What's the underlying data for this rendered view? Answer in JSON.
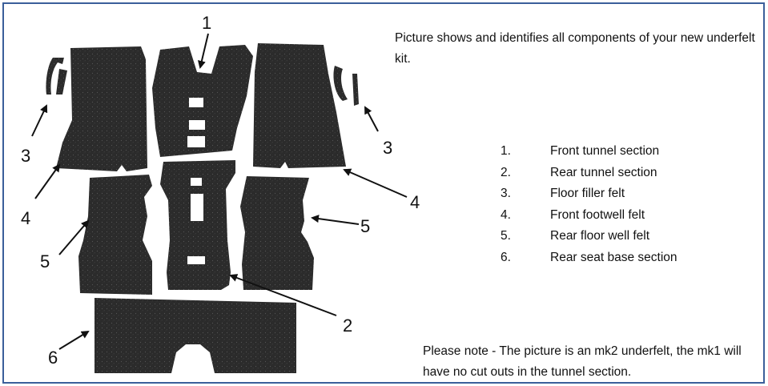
{
  "figure": {
    "callouts": [
      "1",
      "2",
      "3",
      "3",
      "4",
      "4",
      "5",
      "5",
      "6"
    ]
  },
  "intro_text": "Picture shows and identifies all components of your new underfelt kit.",
  "parts_list": [
    {
      "index": "1.",
      "label": "Front tunnel section"
    },
    {
      "index": "2.",
      "label": "Rear tunnel section"
    },
    {
      "index": "3.",
      "label": "Floor filler felt"
    },
    {
      "index": "4.",
      "label": "Front footwell felt"
    },
    {
      "index": "5.",
      "label": "Rear floor well felt"
    },
    {
      "index": "6.",
      "label": "Rear seat base section"
    }
  ],
  "note_text": "Please note - The picture is an mk2 underfelt, the mk1 will have no cut outs in the tunnel section.",
  "colors": {
    "frame_border": "#3b5f9a",
    "felt": "#2b2b2b"
  }
}
